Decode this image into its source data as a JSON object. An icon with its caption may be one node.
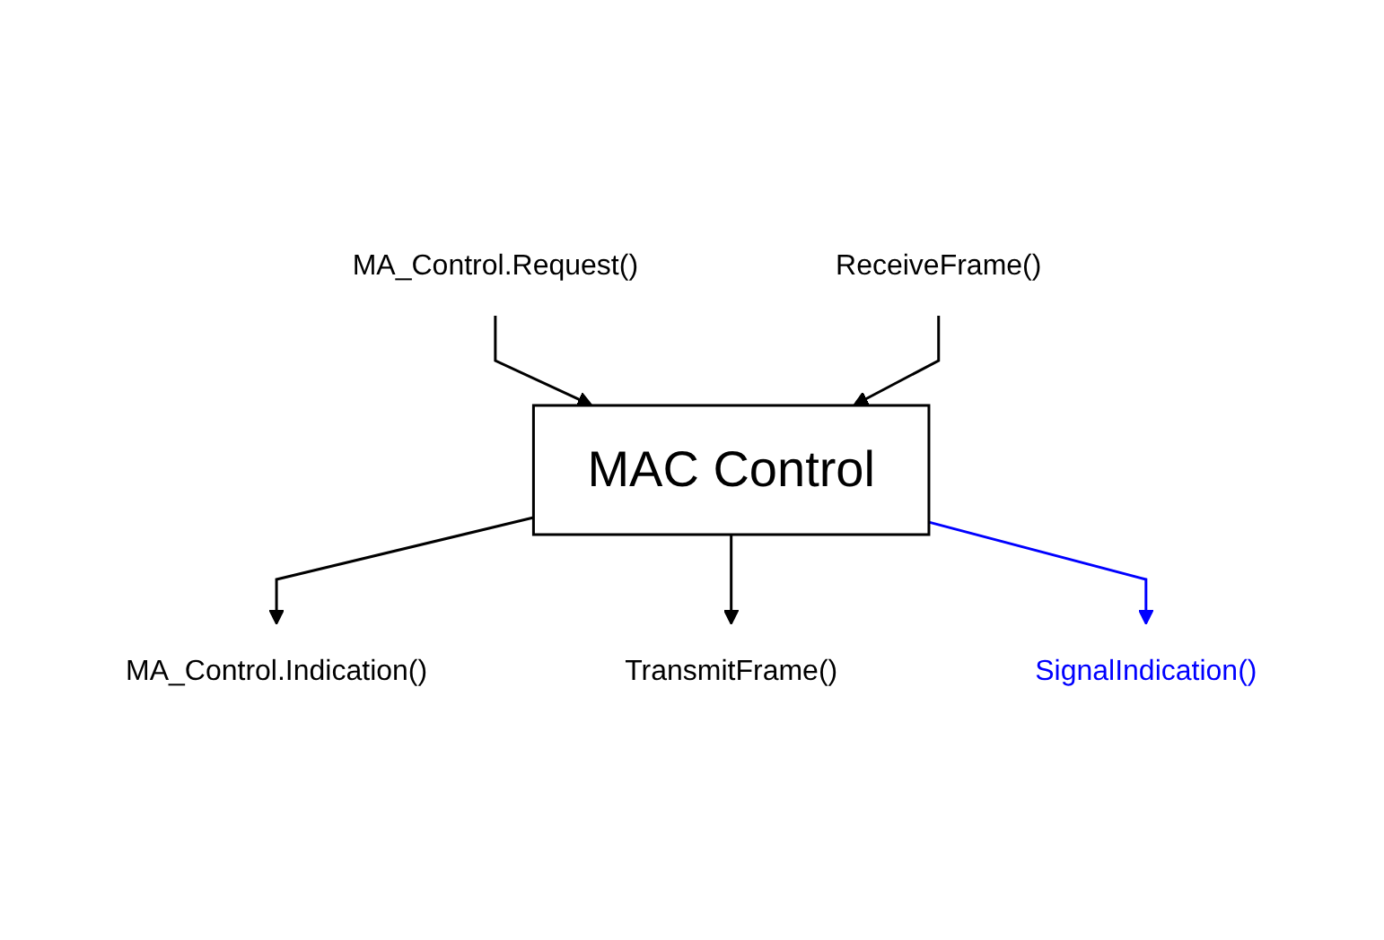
{
  "diagram": {
    "nodes": [
      {
        "text": [
          "MA_Control.Request()"
        ]
      },
      {
        "text": [
          "MA_Control.Indication()"
        ]
      },
      {
        "text": [
          "MAC Control"
        ]
      },
      {
        "text": [
          "TransmitFrame()"
        ]
      },
      {
        "text": [
          "ReceiveFrame()"
        ]
      },
      {
        "text": [
          "SignalIndication()"
        ]
      }
    ],
    "edges": [
      {
        "from": 0,
        "to": 2,
        "arrow": "to"
      },
      {
        "from": 2,
        "to": 1,
        "arrow": "to"
      },
      {
        "from": 2,
        "to": 3,
        "arrow": "to"
      },
      {
        "from": 4,
        "to": 2,
        "arrow": "to"
      },
      {
        "from": 2,
        "to": 5,
        "arrow": "to",
        "color": "#0000ff"
      }
    ]
  }
}
